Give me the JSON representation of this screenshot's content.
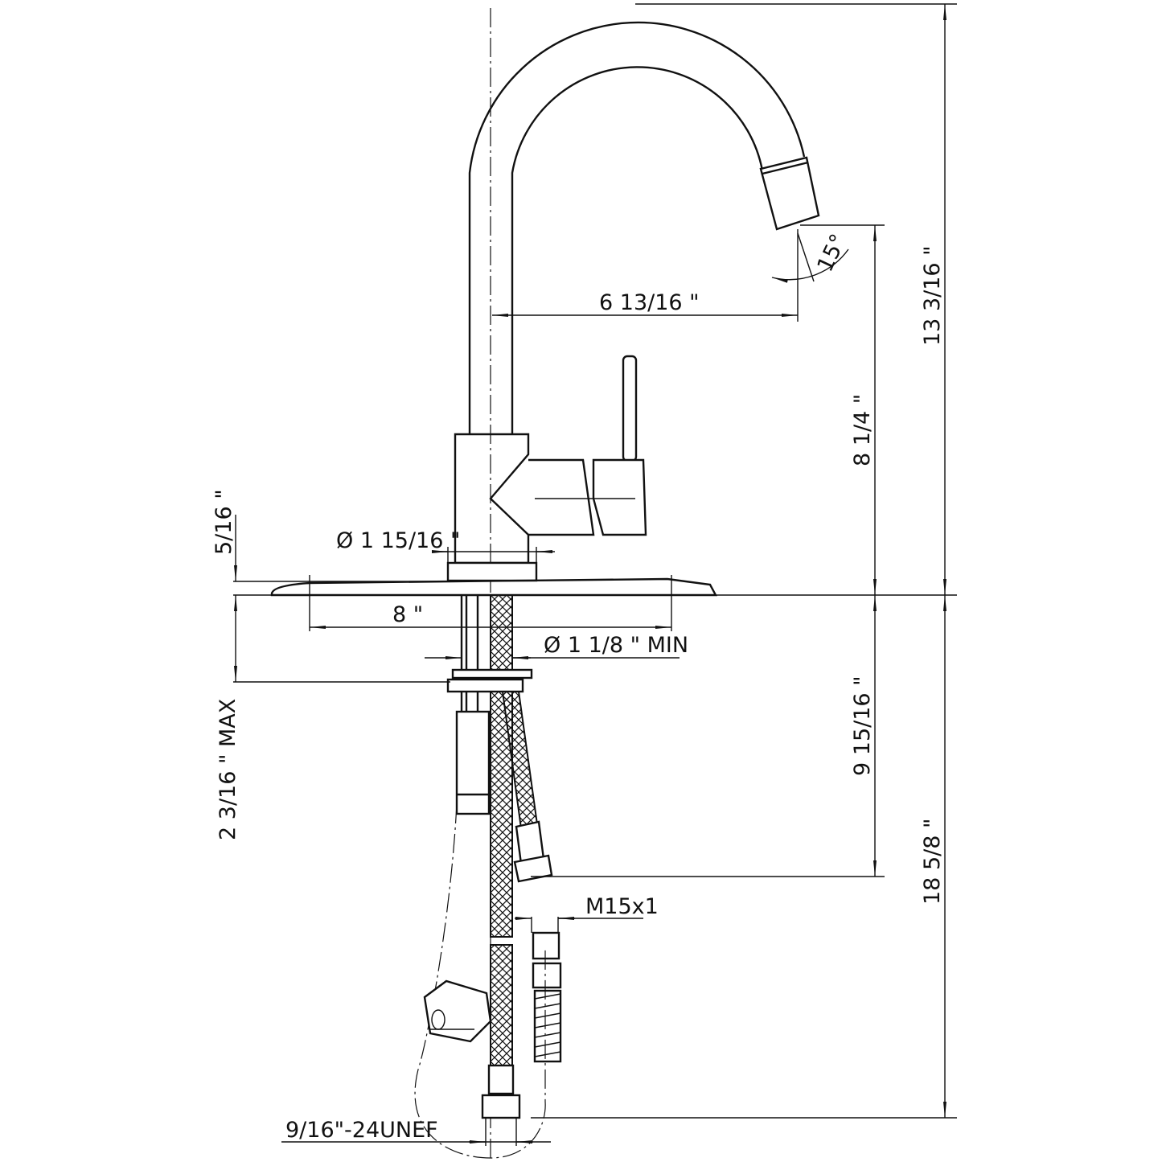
{
  "title": "Pull-down kitchen faucet dimension drawing",
  "dimensions": {
    "spout_reach": "6  13/16 \"",
    "spray_angle": "15°",
    "overall_height": "13  3/16 \"",
    "spout_outlet_height": "8  1/4 \"",
    "plate_thickness": "5/16 \"",
    "base_diameter": "Ø 1  15/16 \"",
    "plate_width": "8 \"",
    "hole_diameter": "Ø 1  1/8 \"  MIN",
    "max_deck_thickness": "2  3/16 \"  MAX",
    "supply_hose_length": "9  15/16 \"",
    "pull_hose_length": "18  5/8 \"",
    "supply_thread": "M15x1",
    "hose_thread": "9/16\"-24UNEF"
  }
}
